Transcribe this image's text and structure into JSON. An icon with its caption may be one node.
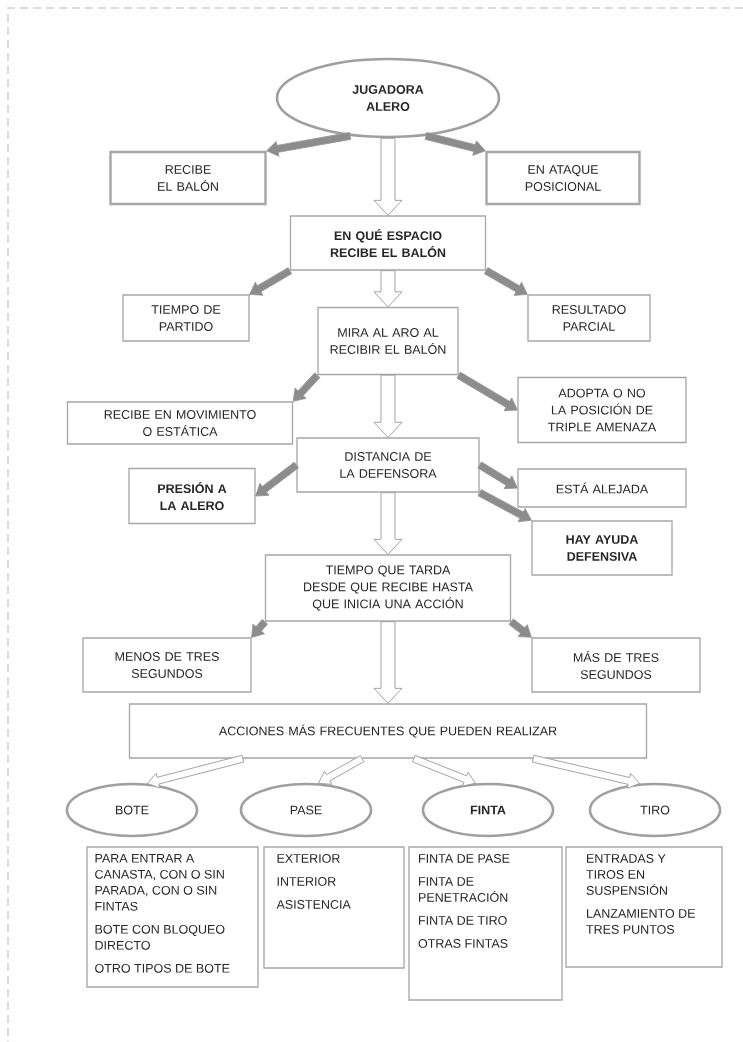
{
  "diagram": {
    "nodes": [
      {
        "text": [
          "JUGADORA ALERO"
        ]
      },
      {
        "text": [
          "RECIBE EL BALÓN"
        ]
      },
      {
        "text": [
          "EN ATAQUE POSICIONAL"
        ]
      },
      {
        "text": [
          "EN QUÉ ESPACIO RECIBE EL BALÓN"
        ]
      },
      {
        "text": [
          "TIEMPO DE PARTIDO"
        ]
      },
      {
        "text": [
          "MIRA AL ARO AL RECIBIR EL BALÓN"
        ]
      },
      {
        "text": [
          "RESULTADO PARCIAL"
        ]
      },
      {
        "text": [
          "RECIBE EN MOVIMIENTO O ESTÁTICA"
        ]
      },
      {
        "text": [
          "ADOPTA O NO LA POSICIÓN DE TRIPLE AMENAZA"
        ]
      },
      {
        "text": [
          "DISTANCIA DE LA DEFENSORA"
        ]
      },
      {
        "text": [
          "PRESIÓN A LA ALERO"
        ]
      },
      {
        "text": [
          "ESTÁ ALEJADA"
        ]
      },
      {
        "text": [
          "HAY AYUDA DEFENSIVA"
        ]
      },
      {
        "text": [
          "TIEMPO QUE TARDA DESDE QUE RECIBE HASTA QUE INICIA UNA ACCIÓN"
        ]
      },
      {
        "text": [
          "MENOS DE TRES SEGUNDOS"
        ]
      },
      {
        "text": [
          "MÁS DE TRES SEGUNDOS"
        ]
      },
      {
        "text": [
          "ACCIONES MÁS FRECUENTES QUE PUEDEN REALIZAR"
        ]
      },
      {
        "text": [
          "BOTE"
        ]
      },
      {
        "text": [
          "PASE"
        ]
      },
      {
        "text": [
          "FINTA"
        ]
      },
      {
        "text": [
          "TIRO"
        ]
      },
      {
        "text": [
          "PARA ENTRAR A CANASTA, CON O SIN PARADA, CON O SIN FINTAS",
          "BOTE CON BLOQUEO DIRECTO",
          "OTRO TIPOS DE BOTE"
        ]
      },
      {
        "text": [
          "EXTERIOR",
          "INTERIOR",
          "ASISTENCIA"
        ]
      },
      {
        "text": [
          "FINTA DE PASE",
          "FINTA DE PENETRACIÓN",
          "FINTA DE TIRO",
          "OTRAS FINTAS"
        ]
      },
      {
        "text": [
          "ENTRADAS Y TIROS EN SUSPENSIÓN",
          "LANZAMIENTO DE TRES PUNTOS"
        ]
      }
    ],
    "edges": [
      {
        "from": 0,
        "to": 1,
        "arrow": "to"
      },
      {
        "from": 0,
        "to": 3,
        "arrow": "to",
        "style": "thick"
      },
      {
        "from": 0,
        "to": 2,
        "arrow": "to"
      },
      {
        "from": 3,
        "to": 4,
        "arrow": "to"
      },
      {
        "from": 3,
        "to": 5,
        "arrow": "to",
        "style": "thick"
      },
      {
        "from": 3,
        "to": 6,
        "arrow": "to"
      },
      {
        "from": 5,
        "to": 7,
        "arrow": "to"
      },
      {
        "from": 5,
        "to": 9,
        "arrow": "to",
        "style": "thick"
      },
      {
        "from": 5,
        "to": 8,
        "arrow": "to"
      },
      {
        "from": 9,
        "to": 10,
        "arrow": "to"
      },
      {
        "from": 9,
        "to": 13,
        "arrow": "to",
        "style": "thick"
      },
      {
        "from": 9,
        "to": 11,
        "arrow": "to"
      },
      {
        "from": 9,
        "to": 12,
        "arrow": "to"
      },
      {
        "from": 13,
        "to": 14,
        "arrow": "to"
      },
      {
        "from": 13,
        "to": 16,
        "arrow": "to",
        "style": "thick"
      },
      {
        "from": 13,
        "to": 15,
        "arrow": "to"
      },
      {
        "from": 16,
        "to": 17,
        "arrow": "to",
        "color": "#ffffff"
      },
      {
        "from": 16,
        "to": 18,
        "arrow": "to",
        "color": "#ffffff"
      },
      {
        "from": 16,
        "to": 19,
        "arrow": "to",
        "color": "#ffffff"
      },
      {
        "from": 16,
        "to": 20,
        "arrow": "to",
        "color": "#ffffff"
      }
    ]
  }
}
